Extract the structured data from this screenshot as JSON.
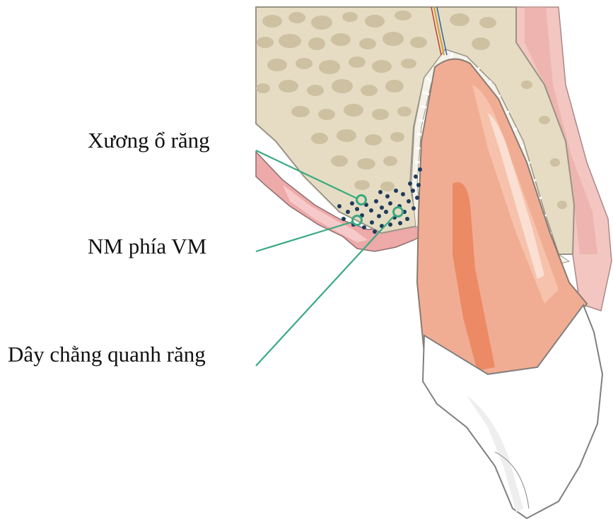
{
  "labels": {
    "alveolar_bone": "Xương ổ răng",
    "mucosa": "NM phía VM",
    "periodontal_ligament": "Dây chằng quanh răng"
  },
  "colors": {
    "bone_fill": "#e5dcc3",
    "bone_pores": "#cdc1a2",
    "gingiva": "#efbbb5",
    "gingiva_dark": "#e28f8f",
    "tooth_root": "#f1ad93",
    "root_canal": "#ec8a66",
    "crown": "#ffffff",
    "outline": "#8a8a8a",
    "leader_line": "#3aaa80",
    "cells": "#1f3b5c",
    "ligament_fibers": "#ffffff"
  }
}
